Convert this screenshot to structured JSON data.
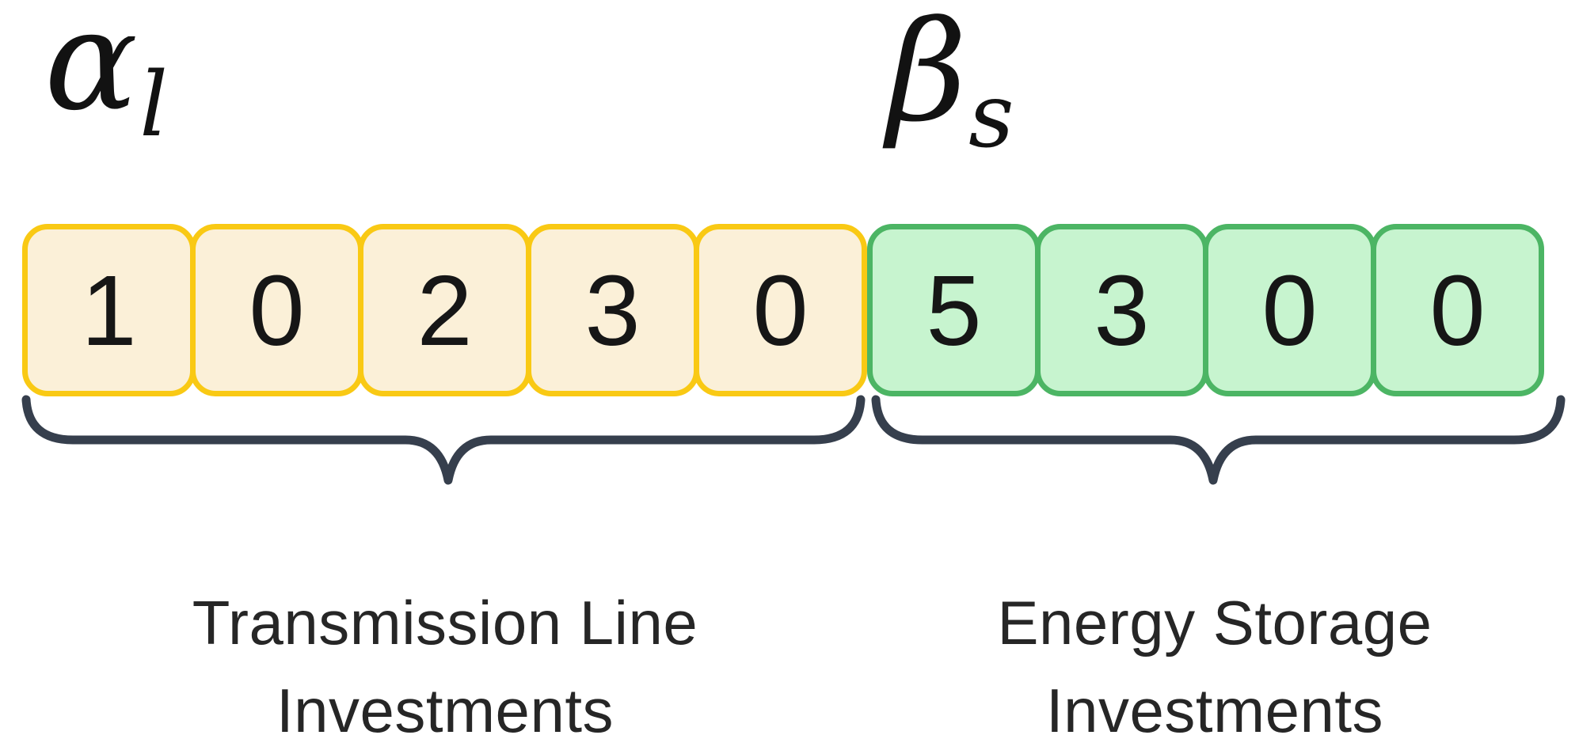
{
  "alpha": {
    "symbol": "α",
    "subscript": "l"
  },
  "beta": {
    "symbol": "β",
    "subscript": "s"
  },
  "groups": [
    {
      "name": "transmission-line-investments",
      "values": [
        "1",
        "0",
        "2",
        "3",
        "0"
      ],
      "colors": {
        "border": "#F9C914",
        "fill": "#FBF0D8"
      },
      "label_line1": "Transmission Line",
      "label_line2": "Investments"
    },
    {
      "name": "energy-storage-investments",
      "values": [
        "5",
        "3",
        "0",
        "0"
      ],
      "colors": {
        "border": "#4CB564",
        "fill": "#C7F4CF"
      },
      "label_line1": "Energy Storage",
      "label_line2": "Investments"
    }
  ],
  "brace": {
    "color": "#363F4D"
  },
  "digit_color": "#161616"
}
